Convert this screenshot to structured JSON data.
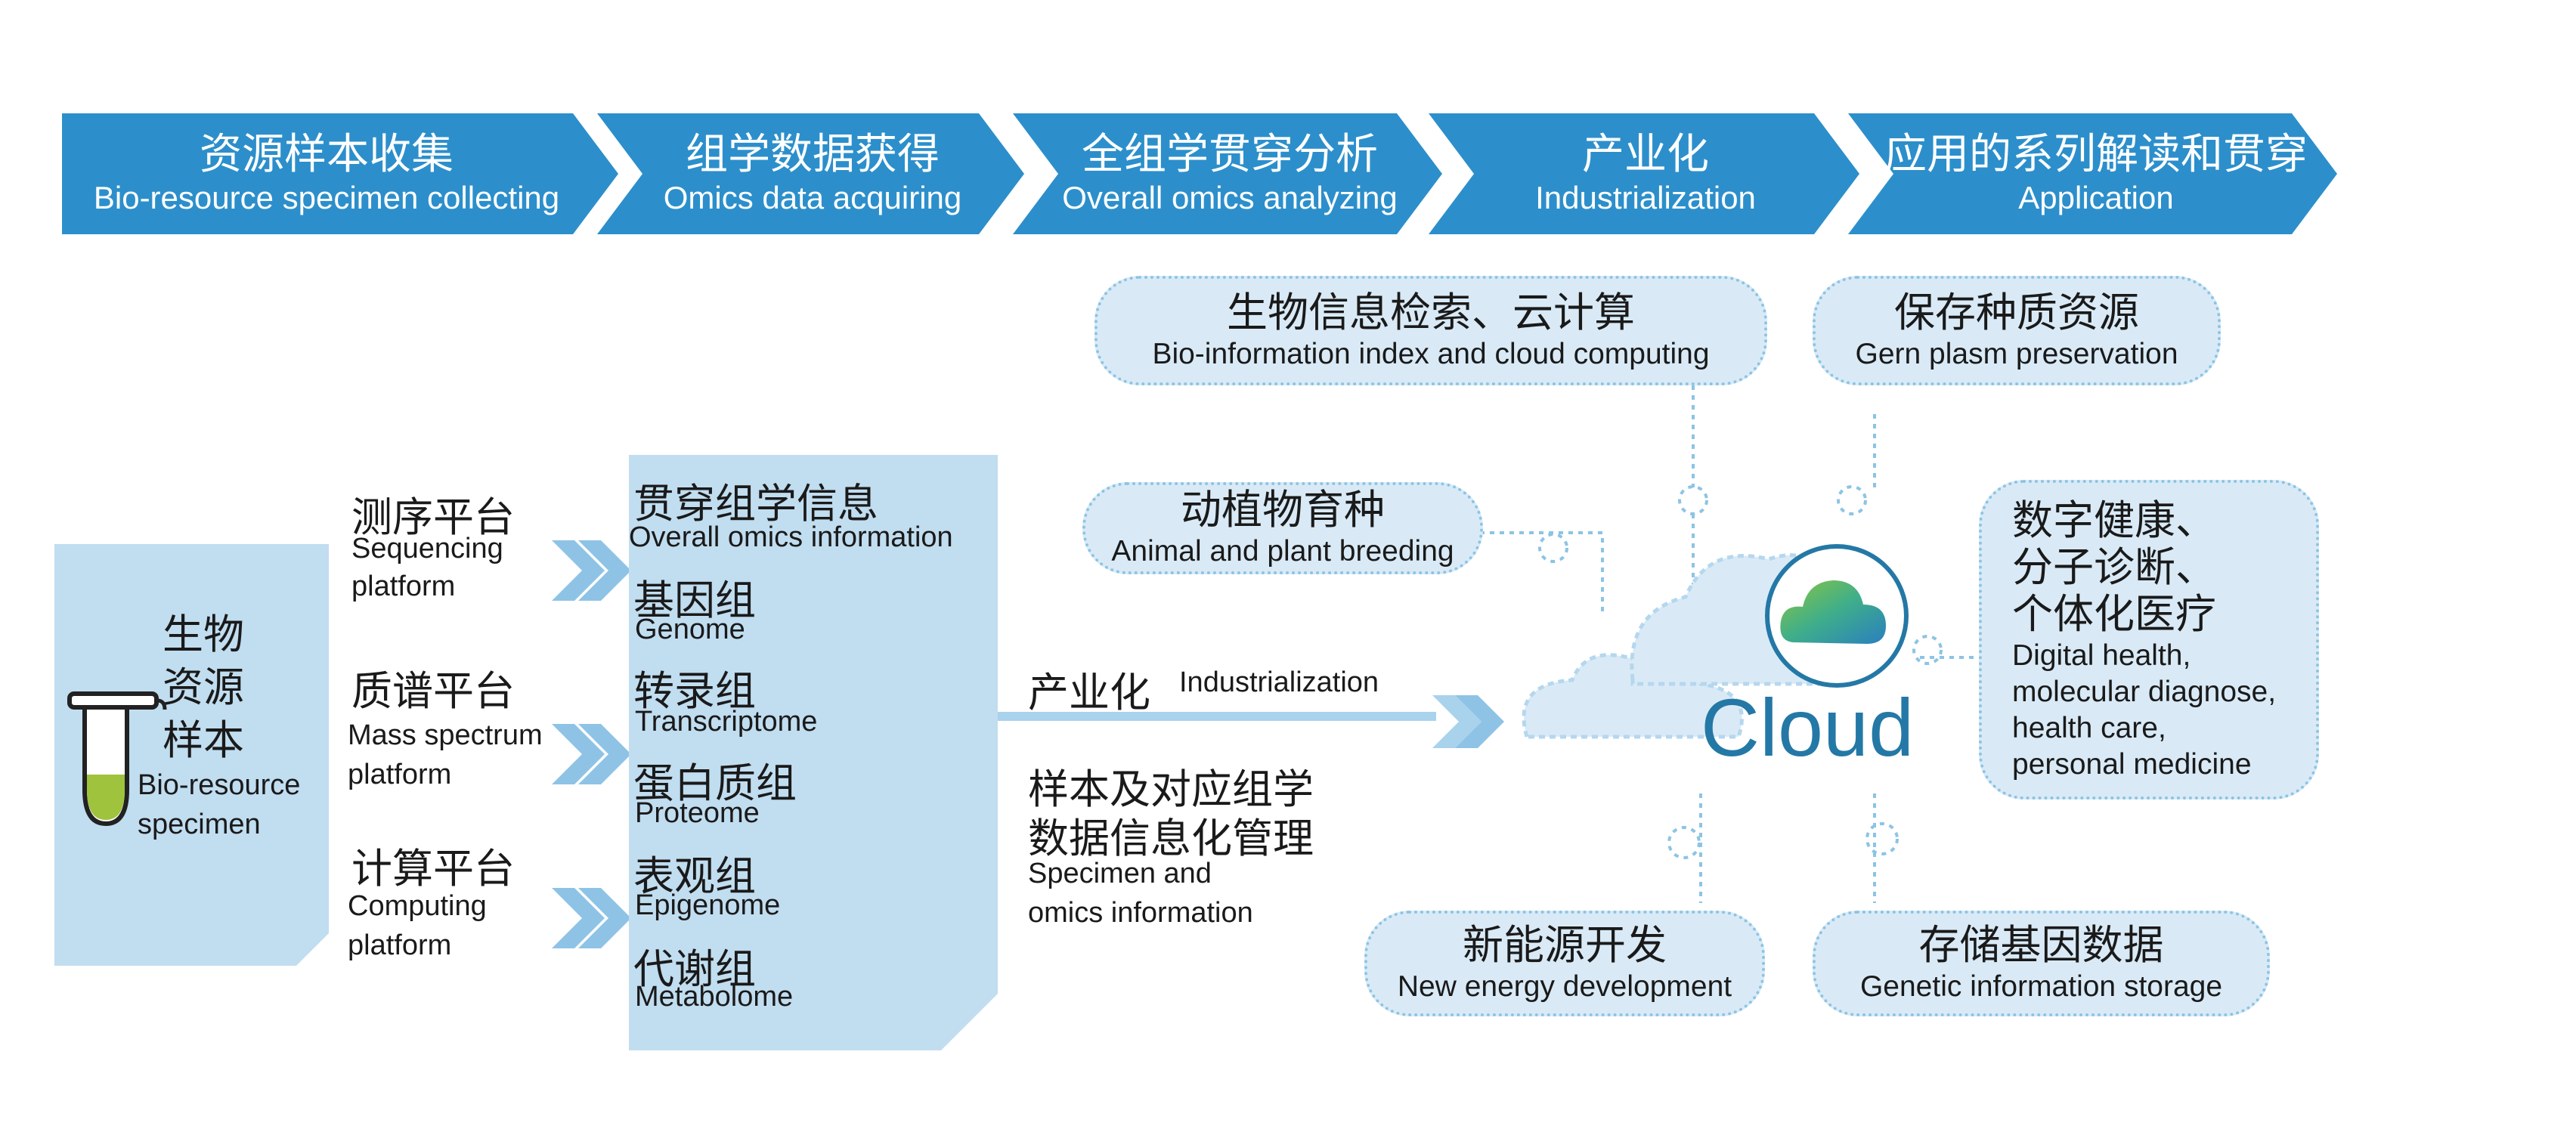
{
  "stages": [
    {
      "zh": "资源样本收集",
      "en": "Bio-resource specimen collecting"
    },
    {
      "zh": "组学数据获得",
      "en": "Omics data acquiring"
    },
    {
      "zh": "全组学贯穿分析",
      "en": "Overall omics analyzing"
    },
    {
      "zh": "产业化",
      "en": "Industrialization"
    },
    {
      "zh": "应用的系列解读和贯穿",
      "en": "Application"
    }
  ],
  "specimen": {
    "zh1": "生物",
    "zh2": "资源",
    "zh3": "样本",
    "en1": "Bio-resource",
    "en2": "specimen"
  },
  "platforms": [
    {
      "zh": "测序平台",
      "en1": "Sequencing",
      "en2": "platform"
    },
    {
      "zh": "质谱平台",
      "en1": "Mass spectrum",
      "en2": "platform"
    },
    {
      "zh": "计算平台",
      "en1": "Computing",
      "en2": "platform"
    }
  ],
  "omics": [
    {
      "zh": "贯穿组学信息",
      "en": "Overall omics information"
    },
    {
      "zh": "基因组",
      "en": "Genome"
    },
    {
      "zh": "转录组",
      "en": "Transcriptome"
    },
    {
      "zh": "蛋白质组",
      "en": "Proteome"
    },
    {
      "zh": "表观组",
      "en": "Epigenome"
    },
    {
      "zh": "代谢组",
      "en": "Metabolome"
    }
  ],
  "industrialization": {
    "zh": "产业化",
    "en": "Industrialization",
    "mgmt_zh1": "样本及对应组学",
    "mgmt_zh2": "数据信息化管理",
    "mgmt_en1": "Specimen and",
    "mgmt_en2": "omics information"
  },
  "cloud_label": "Cloud",
  "applications": {
    "bioinfo": {
      "zh": "生物信息检索、云计算",
      "en": "Bio-information index and cloud computing"
    },
    "germplasm": {
      "zh": "保存种质资源",
      "en": "Gern plasm preservation"
    },
    "breeding": {
      "zh": "动植物育种",
      "en": "Animal and plant breeding"
    },
    "health": {
      "zh1": "数字健康、",
      "zh2": "分子诊断、",
      "zh3": "个体化医疗",
      "en1": "Digital health,",
      "en2": "molecular diagnose,",
      "en3": "health care,",
      "en4": "personal medicine"
    },
    "energy": {
      "zh": "新能源开发",
      "en": "New energy development"
    },
    "storage": {
      "zh": "存储基因数据",
      "en": "Genetic information storage"
    }
  },
  "colors": {
    "chevron": "#2c8fcb",
    "panel": "#c1ddf0",
    "bubble": "#d9eaf6",
    "cloud_text": "#2478a6",
    "leaf": "#9fc33c"
  }
}
